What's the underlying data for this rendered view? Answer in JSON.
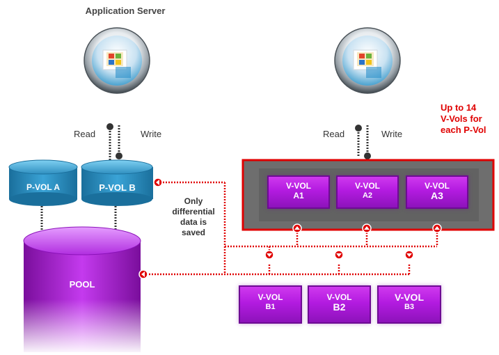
{
  "server_title": "Application Server",
  "left": {
    "read": "Read",
    "write": "Write"
  },
  "right": {
    "read": "Read",
    "write": "Write"
  },
  "pvol_a": "P-VOL A",
  "pvol_b": "P-VOL B",
  "pool": "POOL",
  "differential_note": [
    "Only",
    "differential",
    "data is",
    "saved"
  ],
  "limit_note": [
    "Up to 14",
    "V-Vols for",
    "each P-Vol"
  ],
  "vvols_a": [
    {
      "line1": "V-VOL",
      "line2": "A1"
    },
    {
      "line1": "V-VOL",
      "line2": "A2"
    },
    {
      "line1": "V-VOL",
      "line2": "A3"
    }
  ],
  "vvols_b": [
    {
      "line1": "V-VOL",
      "line2": "B1"
    },
    {
      "line1": "V-VOL",
      "line2": "B2"
    },
    {
      "line1": "V-VOL",
      "line2": "B3"
    }
  ],
  "colors": {
    "accent_red": "#e00000",
    "purple": "#b31be0",
    "blue": "#2f8fc0"
  },
  "icons": [
    "server-windows-icon",
    "server-windows-icon"
  ]
}
